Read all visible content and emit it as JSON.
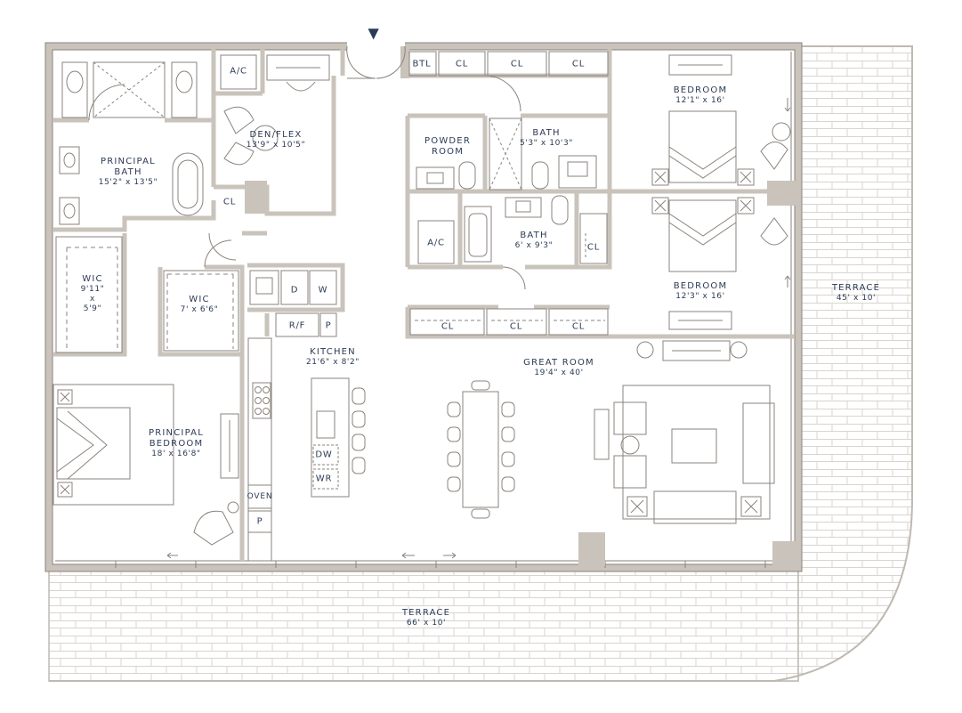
{
  "colors": {
    "wall": "#c9c3bb",
    "line": "#8a837c",
    "text": "#2b3a55",
    "terrace": "#d3cec8",
    "accent": "#2b3a55"
  },
  "entry_marker": "▼",
  "rooms": {
    "den": {
      "name": "DEN/FLEX",
      "dims": "13'9\" x 10'5\""
    },
    "principal_bath": {
      "name": "PRINCIPAL BATH",
      "line1": "PRINCIPAL",
      "line2": "BATH",
      "dims": "15'2\" x 13'5\""
    },
    "powder": {
      "line1": "POWDER",
      "line2": "ROOM"
    },
    "bath_a": {
      "name": "BATH",
      "dims": "5'3\" x 10'3\""
    },
    "bath_b": {
      "name": "BATH",
      "dims": "6' x 9'3\""
    },
    "bedroom_top": {
      "name": "BEDROOM",
      "dims": "12'1\" x 16'"
    },
    "bedroom_mid": {
      "name": "BEDROOM",
      "dims": "12'3\" x 16'"
    },
    "wic_left": {
      "name": "WIC",
      "line1": "9'11\"",
      "line2": "x",
      "line3": "5'9\""
    },
    "wic_mid": {
      "name": "WIC",
      "dims": "7' x 6'6\""
    },
    "kitchen": {
      "name": "KITCHEN",
      "dims": "21'6\" x 8'2\""
    },
    "great_room": {
      "name": "GREAT ROOM",
      "dims": "19'4\" x 40'"
    },
    "principal_bedroom": {
      "line1": "PRINCIPAL",
      "line2": "BEDROOM",
      "dims": "18' x 16'8\""
    },
    "terrace_right": {
      "name": "TERRACE",
      "dims": "45' x 10'"
    },
    "terrace_bottom": {
      "name": "TERRACE",
      "dims": "66' x 10'"
    }
  },
  "small_labels": {
    "ac_top": "A/C",
    "ac_bath": "A/C",
    "btl": "BTL",
    "cl": "CL",
    "dryer": "D",
    "washer": "W",
    "fridge": "R/F",
    "pantry": "P",
    "dishwasher": "DW",
    "wine": "WR",
    "oven": "OVEN"
  }
}
